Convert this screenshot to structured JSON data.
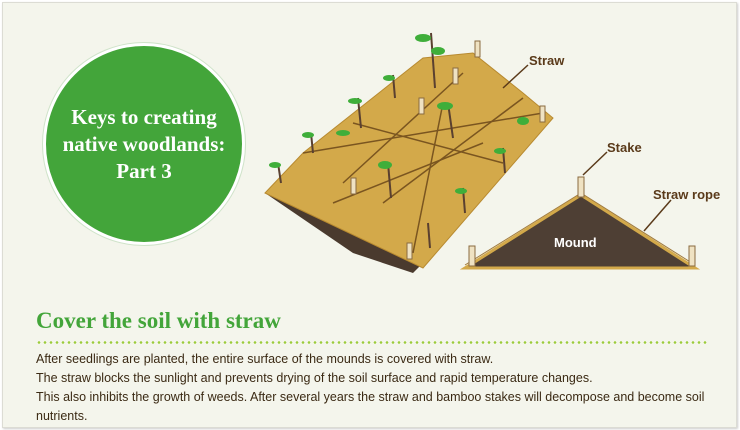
{
  "badge": {
    "lines": [
      "Keys to creating",
      "native woodlands:",
      "Part 3"
    ]
  },
  "labels": {
    "straw": "Straw",
    "stake": "Stake",
    "straw_rope": "Straw rope",
    "mound": "Mound"
  },
  "section": {
    "title": "Cover the soil with straw",
    "paragraphs": [
      "After seedlings are planted, the entire surface of the mounds is covered with straw.",
      "The straw blocks the sunlight and prevents drying of the soil surface and rapid temperature changes.",
      "This also inhibits the growth of weeds. After several years the straw and bamboo stakes will decompose and become soil nutrients."
    ]
  },
  "colors": {
    "green": "#43a53a",
    "straw": "#d3a94a",
    "soil": "#4a3a2e"
  }
}
